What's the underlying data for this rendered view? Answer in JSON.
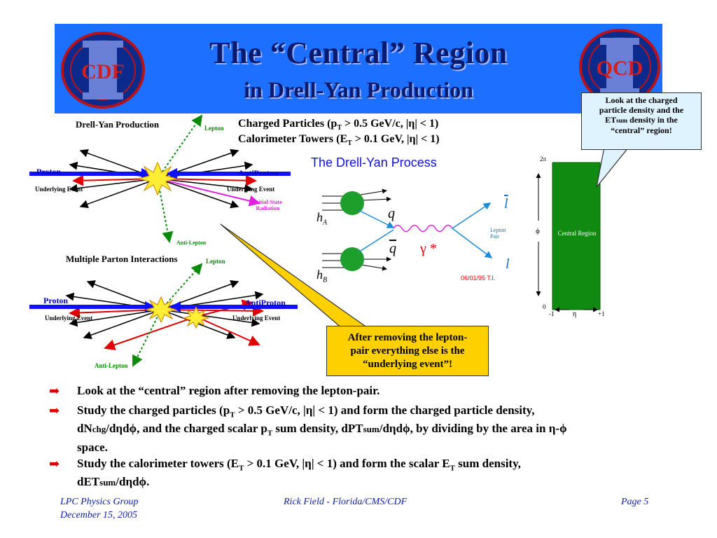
{
  "header": {
    "title_line1": "The “Central” Region",
    "title_line2": "in Drell-Yan Production",
    "logo_left": "CDF",
    "logo_right": "QCD"
  },
  "diagram_top": {
    "title": "Drell-Yan Production",
    "lepton": "Lepton",
    "anti_lepton": "Anti-Lepton",
    "proton": "Proton",
    "antiproton": "AntiProton",
    "underlying_left": "Underlying Event",
    "underlying_right": "Underlying Event",
    "isr_line1": "Initial-State",
    "isr_line2": "Radiation"
  },
  "diagram_bottom": {
    "title": "Multiple Parton Interactions",
    "lepton": "Lepton",
    "anti_lepton": "Anti-Lepton",
    "proton": "Proton",
    "antiproton": "AntiProton",
    "underlying_left": "Underlying Event",
    "underlying_right": "Underlying Event"
  },
  "cuts": {
    "line1_pre": "Charged Particles (p",
    "line1_sub": "T",
    "line1_post": " > 0.5 GeV/c, |η| < 1)",
    "line2_pre": "Calorimeter Towers (E",
    "line2_sub": "T",
    "line2_post": " > 0.1 GeV, |η| < 1)"
  },
  "feynman": {
    "title": "The Drell-Yan Process",
    "hA": "h",
    "hA_sub": "A",
    "hB": "h",
    "hB_sub": "B",
    "q": "q",
    "qbar": "q",
    "gamma": "γ *",
    "lbar": "l",
    "l": "l",
    "pair_line1": "Lepton",
    "pair_line2": "Pair",
    "stamp": "06/01/95  T.I."
  },
  "region_plot": {
    "y_top": "2π",
    "y_mid": "ϕ",
    "y_bottom": "0",
    "x_left": "-1",
    "x_mid": "η",
    "x_right": "+1",
    "box_label": "Central Region",
    "box_color": "#118a11"
  },
  "callout_top": {
    "line1": "Look at the charged",
    "line2": "particle density and the",
    "line3_pre": "ET",
    "line3_sub": "sum",
    "line3_post": " density in the",
    "line4": "“central” region!"
  },
  "callout_bottom": {
    "line1": "After removing the lepton-",
    "line2": "pair everything else is the",
    "line3": "“underlying event”!"
  },
  "bullets": [
    {
      "text": "Look at the “central” region after removing the lepton-pair."
    },
    {
      "p1": "Study the charged particles (p",
      "s1": "T",
      "p2": " > 0.5 GeV/c, |η| < 1) and form the charged particle density,",
      "p3": "dN",
      "s2": "chg",
      "p4": "/dηdϕ, and the charged scalar p",
      "s3": "T",
      "p5": " sum density, dPT",
      "s4": "sum",
      "p6": "/dηdϕ, by dividing by the area in η-ϕ",
      "p7": "space."
    },
    {
      "p1": "Study the calorimeter towers (E",
      "s1": "T",
      "p2": " > 0.1 GeV, |η| < 1) and form the scalar E",
      "s2": "T",
      "p3": " sum density,",
      "p4": "dET",
      "s3": "sum",
      "p5": "/dηdϕ."
    }
  ],
  "footer": {
    "left_line1": "LPC Physics Group",
    "left_line2": "December 15, 2005",
    "center": "Rick Field - Florida/CMS/CDF",
    "right": "Page 5"
  },
  "colors": {
    "banner": "#1c6fff",
    "bullet_arrow": "#e00000",
    "footer_text": "#0b1fa8",
    "callout_yellow": "#ffd000",
    "callout_blue": "#dff3ff"
  }
}
